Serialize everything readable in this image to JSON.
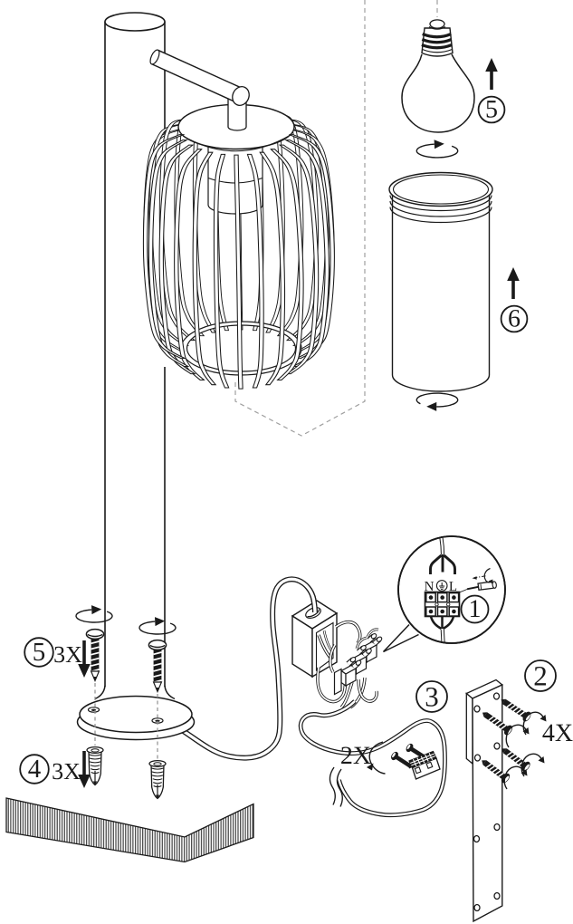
{
  "document": {
    "background": "#ffffff",
    "line_color": "#1a1a1a",
    "dash_color": "#9f9f9f"
  },
  "labels": {
    "step_wiring": "1",
    "step_bracket": "2",
    "step_wall_anchors": "3",
    "step_base_anchors": "4",
    "step_base_screws": "5",
    "step_bulb": "5",
    "step_glass": "6",
    "qty_base_screws": "3X",
    "qty_base_anchors": "3X",
    "qty_wall_anchors": "2X",
    "qty_bracket_screws": "4X",
    "terminal_neutral": "N",
    "terminal_live": "L"
  }
}
